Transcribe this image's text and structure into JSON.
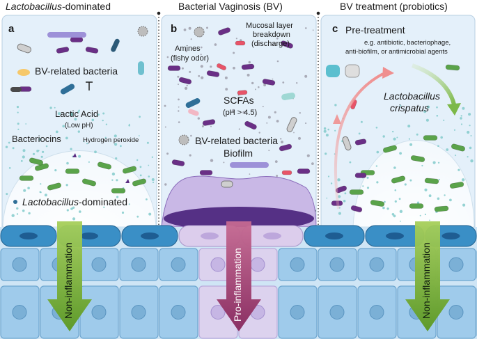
{
  "headers": {
    "a": {
      "italic": "Lactobacillus",
      "rest": "-dominated"
    },
    "b": "Bacterial Vaginosis (BV)",
    "c": "BV treatment (probiotics)"
  },
  "panel_a": {
    "letter": "a",
    "bv_bacteria": "BV-related bacteria",
    "lactic_acid": "Lactic Acid",
    "low_ph": "(Low pH)",
    "bacteriocins": "Bacteriocins",
    "hydrogen_peroxide": "Hydrogen peroxide",
    "dominated": {
      "italic": "Lactobacillus",
      "rest": "-dominated"
    },
    "arrow_label": "Non-inflammation"
  },
  "panel_b": {
    "letter": "b",
    "mucosal": [
      "Mucosal layer",
      "breakdown",
      "(discharge)"
    ],
    "amines": [
      "Amines",
      "(fishy odor)"
    ],
    "scfas": "SCFAs",
    "ph": "(pH > 4.5)",
    "bv_bacteria": "BV-related bacteria",
    "biofilm": "Biofilm",
    "arrow_label": "Pro-inflammation"
  },
  "panel_c": {
    "letter": "c",
    "pretreatment": "Pre-treatment",
    "examples": [
      "e.g. antibiotic, bacteriophage,",
      "anti-biofilm, or antimicrobial agents"
    ],
    "species": [
      "Lactobacillus",
      "crispatus"
    ],
    "arrow_label": "Non-inflammation"
  },
  "colors": {
    "panel_bg": "#e4f0fa",
    "cell_blue": "#9fcbeb",
    "cell_purple": "#dcd2ee",
    "lacto_green": "#5aa34a",
    "bv_purple": "#6a2f86",
    "arrow_green": "#7cb23a",
    "arrow_purple": "#9e3b6e"
  }
}
